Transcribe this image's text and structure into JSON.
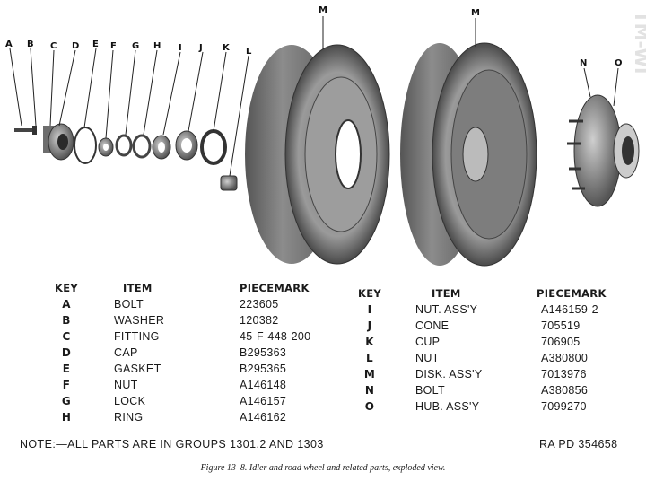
{
  "illustration": {
    "callouts": [
      "A",
      "B",
      "C",
      "D",
      "E",
      "F",
      "G",
      "H",
      "I",
      "J",
      "K",
      "L",
      "M",
      "M",
      "N",
      "O"
    ],
    "watermark": "TM-WI"
  },
  "left_table": {
    "headers": {
      "key": "KEY",
      "item": "ITEM",
      "piecemark": "PIECEMARK"
    },
    "rows": [
      {
        "key": "A",
        "item": "BOLT",
        "piecemark": "223605"
      },
      {
        "key": "B",
        "item": "WASHER",
        "piecemark": "120382"
      },
      {
        "key": "C",
        "item": "FITTING",
        "piecemark": "45-F-448-200"
      },
      {
        "key": "D",
        "item": "CAP",
        "piecemark": "B295363"
      },
      {
        "key": "E",
        "item": "GASKET",
        "piecemark": "B295365"
      },
      {
        "key": "F",
        "item": "NUT",
        "piecemark": "A146148"
      },
      {
        "key": "G",
        "item": "LOCK",
        "piecemark": "A146157"
      },
      {
        "key": "H",
        "item": "RING",
        "piecemark": "A146162"
      }
    ]
  },
  "right_table": {
    "headers": {
      "key": "KEY",
      "item": "ITEM",
      "piecemark": "PIECEMARK"
    },
    "rows": [
      {
        "key": "I",
        "item": "NUT. ASS'Y",
        "piecemark": "A146159-2"
      },
      {
        "key": "J",
        "item": "CONE",
        "piecemark": "705519"
      },
      {
        "key": "K",
        "item": "CUP",
        "piecemark": "706905"
      },
      {
        "key": "L",
        "item": "NUT",
        "piecemark": "A380800"
      },
      {
        "key": "M",
        "item": "DISK. ASS'Y",
        "piecemark": "7013976"
      },
      {
        "key": "N",
        "item": "BOLT",
        "piecemark": "A380856"
      },
      {
        "key": "O",
        "item": "HUB. ASS'Y",
        "piecemark": "7099270"
      }
    ]
  },
  "note": "NOTE:—ALL PARTS ARE IN GROUPS 1301.2 AND 1303",
  "ra_pd": "RA PD 354658",
  "caption": "Figure 13–8. Idler and road wheel and related parts, exploded view."
}
